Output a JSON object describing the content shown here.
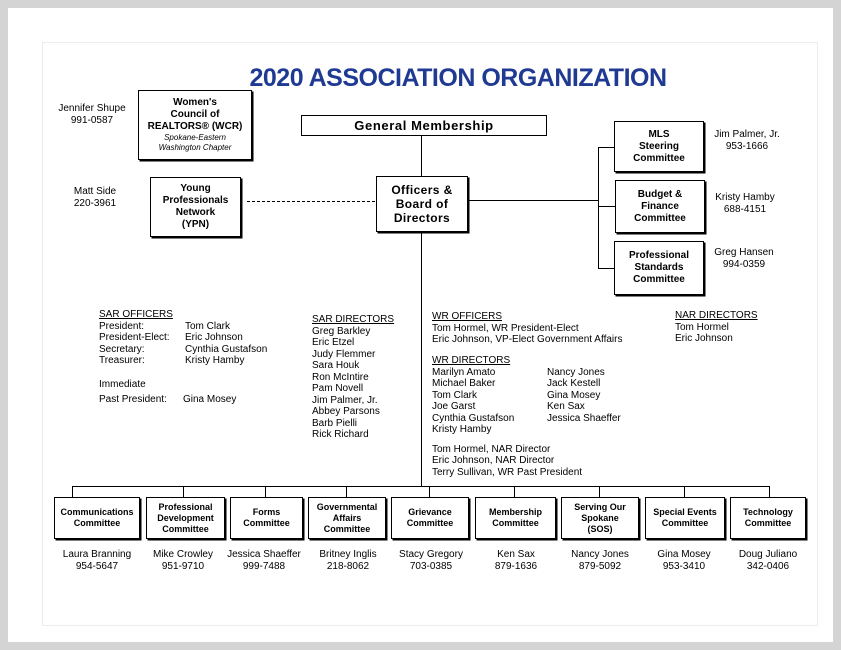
{
  "title": "2020 ASSOCIATION ORGANIZATION",
  "general_membership": "General Membership",
  "officers_box": [
    "Officers &",
    "Board of",
    "Directors"
  ],
  "wcr": {
    "lines": [
      "Women's",
      "Council of",
      "REALTORS® (WCR)"
    ],
    "sub": [
      "Spokane-Eastern",
      "Washington Chapter"
    ],
    "contact_name": "Jennifer Shupe",
    "contact_phone": "991-0587"
  },
  "ypn": {
    "lines": [
      "Young",
      "Professionals",
      "Network",
      "(YPN)"
    ],
    "contact_name": "Matt Side",
    "contact_phone": "220-3961"
  },
  "right_committees": [
    {
      "lines": [
        "MLS",
        "Steering",
        "Committee"
      ],
      "contact_name": "Jim Palmer, Jr.",
      "contact_phone": "953-1666"
    },
    {
      "lines": [
        "Budget &",
        "Finance",
        "Committee"
      ],
      "contact_name": "Kristy Hamby",
      "contact_phone": "688-4151"
    },
    {
      "lines": [
        "Professional",
        "Standards",
        "Committee"
      ],
      "contact_name": "Greg Hansen",
      "contact_phone": "994-0359"
    }
  ],
  "sar_officers": {
    "heading": "SAR OFFICERS",
    "rows": [
      {
        "role": "President:",
        "name": "Tom Clark"
      },
      {
        "role": "President-Elect:",
        "name": "Eric Johnson"
      },
      {
        "role": "Secretary:",
        "name": "Cynthia Gustafson"
      },
      {
        "role": "Treasurer:",
        "name": "Kristy Hamby"
      }
    ],
    "immediate": "Immediate",
    "past_president_role": "Past President:",
    "past_president_name": "Gina Mosey"
  },
  "sar_directors": {
    "heading": "SAR DIRECTORS",
    "names": [
      "Greg Barkley",
      "Eric Etzel",
      "Judy Flemmer",
      "Sara Houk",
      "Ron McIntire",
      "Pam Novell",
      "Jim Palmer, Jr.",
      "Abbey Parsons",
      "Barb Pielli",
      "Rick Richard"
    ]
  },
  "wr_officers": {
    "heading": "WR OFFICERS",
    "lines": [
      "Tom Hormel, WR President-Elect",
      "Eric Johnson, VP-Elect Government Affairs"
    ]
  },
  "wr_directors": {
    "heading": "WR DIRECTORS",
    "col1": [
      "Marilyn Amato",
      "Michael Baker",
      "Tom Clark",
      "Joe Garst",
      "Cynthia Gustafson",
      "Kristy Hamby"
    ],
    "col2": [
      "Nancy Jones",
      "Jack Kestell",
      "Gina Mosey",
      "Ken Sax",
      "Jessica Shaeffer"
    ],
    "extra": [
      "Tom Hormel, NAR Director",
      "Eric Johnson, NAR Director",
      "Terry Sullivan, WR Past President"
    ]
  },
  "nar_directors": {
    "heading": "NAR DIRECTORS",
    "names": [
      "Tom Hormel",
      "Eric Johnson"
    ]
  },
  "bottom_committees": [
    {
      "lines": [
        "Communications",
        "Committee"
      ],
      "contact_name": "Laura Branning",
      "contact_phone": "954-5647"
    },
    {
      "lines": [
        "Professional",
        "Development",
        "Committee"
      ],
      "contact_name": "Mike Crowley",
      "contact_phone": "951-9710"
    },
    {
      "lines": [
        "Forms",
        "Committee"
      ],
      "contact_name": "Jessica Shaeffer",
      "contact_phone": "999-7488"
    },
    {
      "lines": [
        "Governmental",
        "Affairs",
        "Committee"
      ],
      "contact_name": "Britney Inglis",
      "contact_phone": "218-8062"
    },
    {
      "lines": [
        "Grievance",
        "Committee"
      ],
      "contact_name": "Stacy Gregory",
      "contact_phone": "703-0385"
    },
    {
      "lines": [
        "Membership",
        "Committee"
      ],
      "contact_name": "Ken Sax",
      "contact_phone": "879-1636"
    },
    {
      "lines": [
        "Serving Our",
        "Spokane",
        "(SOS)"
      ],
      "contact_name": "Nancy Jones",
      "contact_phone": "879-5092"
    },
    {
      "lines": [
        "Special Events",
        "Committee"
      ],
      "contact_name": "Gina Mosey",
      "contact_phone": "953-3410"
    },
    {
      "lines": [
        "Technology",
        "Committee"
      ],
      "contact_name": "Doug Juliano",
      "contact_phone": "342-0406"
    }
  ]
}
